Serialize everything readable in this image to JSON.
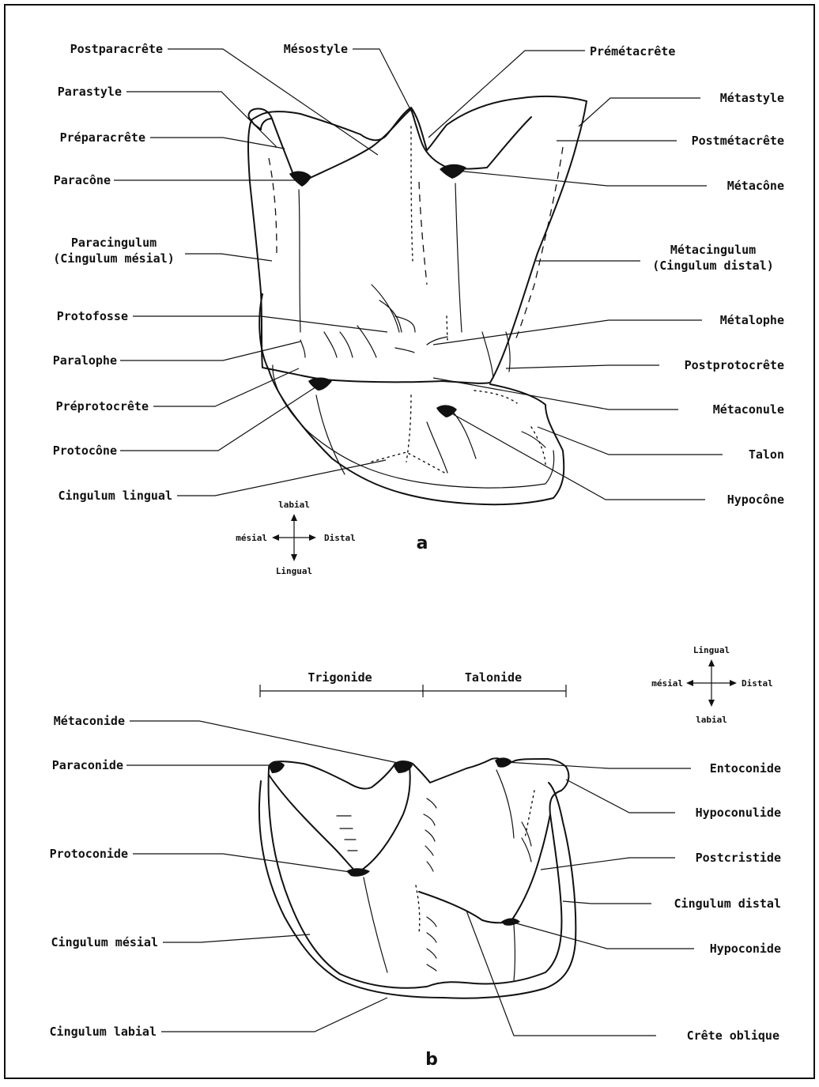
{
  "panel_a": {
    "letter": "a",
    "labels_left": [
      "Postparacrête",
      "Parastyle",
      "Préparacrête",
      "Paracône",
      "Paracingulum",
      "(Cingulum mésial)",
      "Protofosse",
      "Paralophe",
      "Préprotocrête",
      "Protocône",
      "Cingulum lingual"
    ],
    "labels_top": [
      "Mésostyle",
      "Prémétacrête"
    ],
    "labels_right": [
      "Métastyle",
      "Postmétacrête",
      "Métacône",
      "Métacingulum",
      "(Cingulum distal)",
      "Métalophe",
      "Postprotocrête",
      "Métaconule",
      "Talon",
      "Hypocône"
    ],
    "compass": {
      "up": "labial",
      "left": "mésial",
      "right": "Distal",
      "down": "Lingual"
    }
  },
  "panel_b": {
    "letter": "b",
    "scale_labels": [
      "Trigonide",
      "Talonide"
    ],
    "labels_left": [
      "Métaconide",
      "Paraconide",
      "Protoconide",
      "Cingulum mésial",
      "Cingulum labial"
    ],
    "labels_right": [
      "Entoconide",
      "Hypoconulide",
      "Postcristide",
      "Cingulum distal",
      "Hypoconide",
      "Crête oblique"
    ],
    "compass": {
      "up": "Lingual",
      "left": "mésial",
      "right": "Distal",
      "down": "labial"
    }
  }
}
